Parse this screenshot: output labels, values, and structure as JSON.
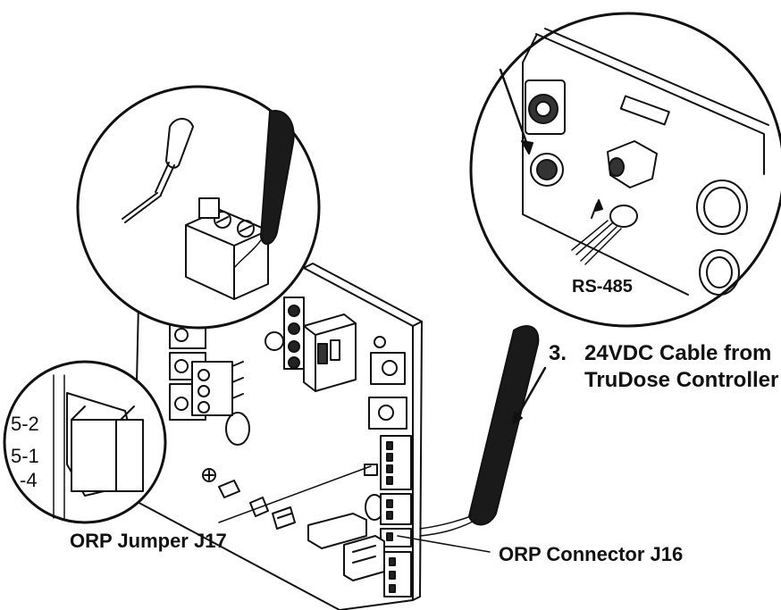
{
  "labels": {
    "rs485": "RS-485",
    "step_number": "3.",
    "step_line1": "24VDC Cable from",
    "step_line2": "TruDose Controller",
    "orp_jumper": "ORP Jumper J17",
    "orp_connector": "ORP Connector J16"
  },
  "magnifier_left": {
    "row_labels": [
      "5-2",
      "5-1",
      "-4"
    ]
  },
  "colors": {
    "line": "#111111",
    "cable": "#1a1a1a",
    "background": "#ffffff"
  }
}
